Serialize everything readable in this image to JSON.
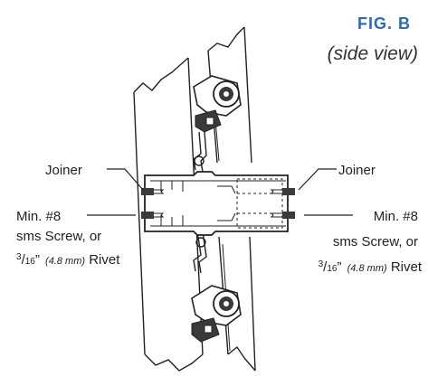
{
  "figure": {
    "title": "FIG. B",
    "subtitle": "(side view)",
    "title_color": "#2b6cb0"
  },
  "labels": {
    "joiner_left": "Joiner",
    "joiner_right": "Joiner",
    "fastener_left": {
      "line1": "Min. #8",
      "line2": "sms Screw, or",
      "frac_num": "3",
      "frac_slash": "/",
      "frac_den": "16",
      "inch": "”",
      "metric": "(4.8 mm)",
      "word": "Rivet"
    },
    "fastener_right": {
      "line1": "Min. #8",
      "line2": "sms Screw, or",
      "frac_num": "3",
      "frac_slash": "/",
      "frac_den": "16",
      "inch": "”",
      "metric": "(4.8 mm)",
      "word": "Rivet"
    }
  },
  "colors": {
    "ink": "#222222",
    "panel_fill": "#ffffff",
    "hardware_fill": "#3a3a3a",
    "hardware_light": "#bdbdbd"
  }
}
